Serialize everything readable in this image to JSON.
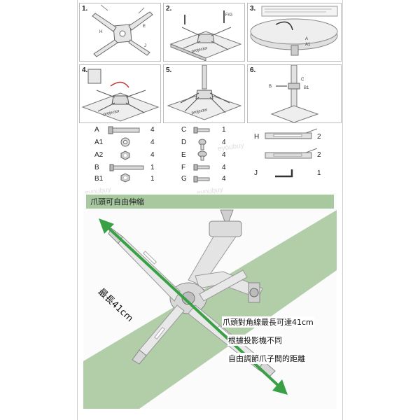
{
  "steps": [
    {
      "num": "1.",
      "labels": [
        "H",
        "E",
        "J"
      ]
    },
    {
      "num": "2.",
      "labels": [
        "F/G",
        "projector"
      ]
    },
    {
      "num": "3.",
      "labels": [
        "A",
        "A1"
      ]
    },
    {
      "num": "4.",
      "labels": [
        "projector"
      ]
    },
    {
      "num": "5.",
      "labels": [
        "projector"
      ]
    },
    {
      "num": "6.",
      "labels": [
        "C",
        "B",
        "B1"
      ]
    }
  ],
  "parts_left": [
    {
      "label": "A",
      "qty": "4"
    },
    {
      "label": "A1",
      "qty": "4"
    },
    {
      "label": "A2",
      "qty": "4"
    },
    {
      "label": "B",
      "qty": "1"
    },
    {
      "label": "B1",
      "qty": "1"
    }
  ],
  "parts_mid": [
    {
      "label": "C",
      "qty": "1"
    },
    {
      "label": "D",
      "qty": "4"
    },
    {
      "label": "E",
      "qty": "4"
    },
    {
      "label": "F",
      "qty": "4"
    },
    {
      "label": "G",
      "qty": "4"
    }
  ],
  "parts_right": [
    {
      "label": "H",
      "qty": "2"
    },
    {
      "label": "",
      "qty": "2"
    },
    {
      "label": "J",
      "qty": "1"
    }
  ],
  "photo": {
    "title": "爪頭可自由伸縮",
    "measure": "最長41cm",
    "caption_lines": [
      "爪頭對角線最長可達41cm",
      "根據投影機不同",
      "自由調節爪子間的距離"
    ]
  },
  "watermark": "eyoubuy",
  "colors": {
    "band": "#a8c9a0",
    "arrow": "#3aa046",
    "metal": "#c8c8c8"
  }
}
